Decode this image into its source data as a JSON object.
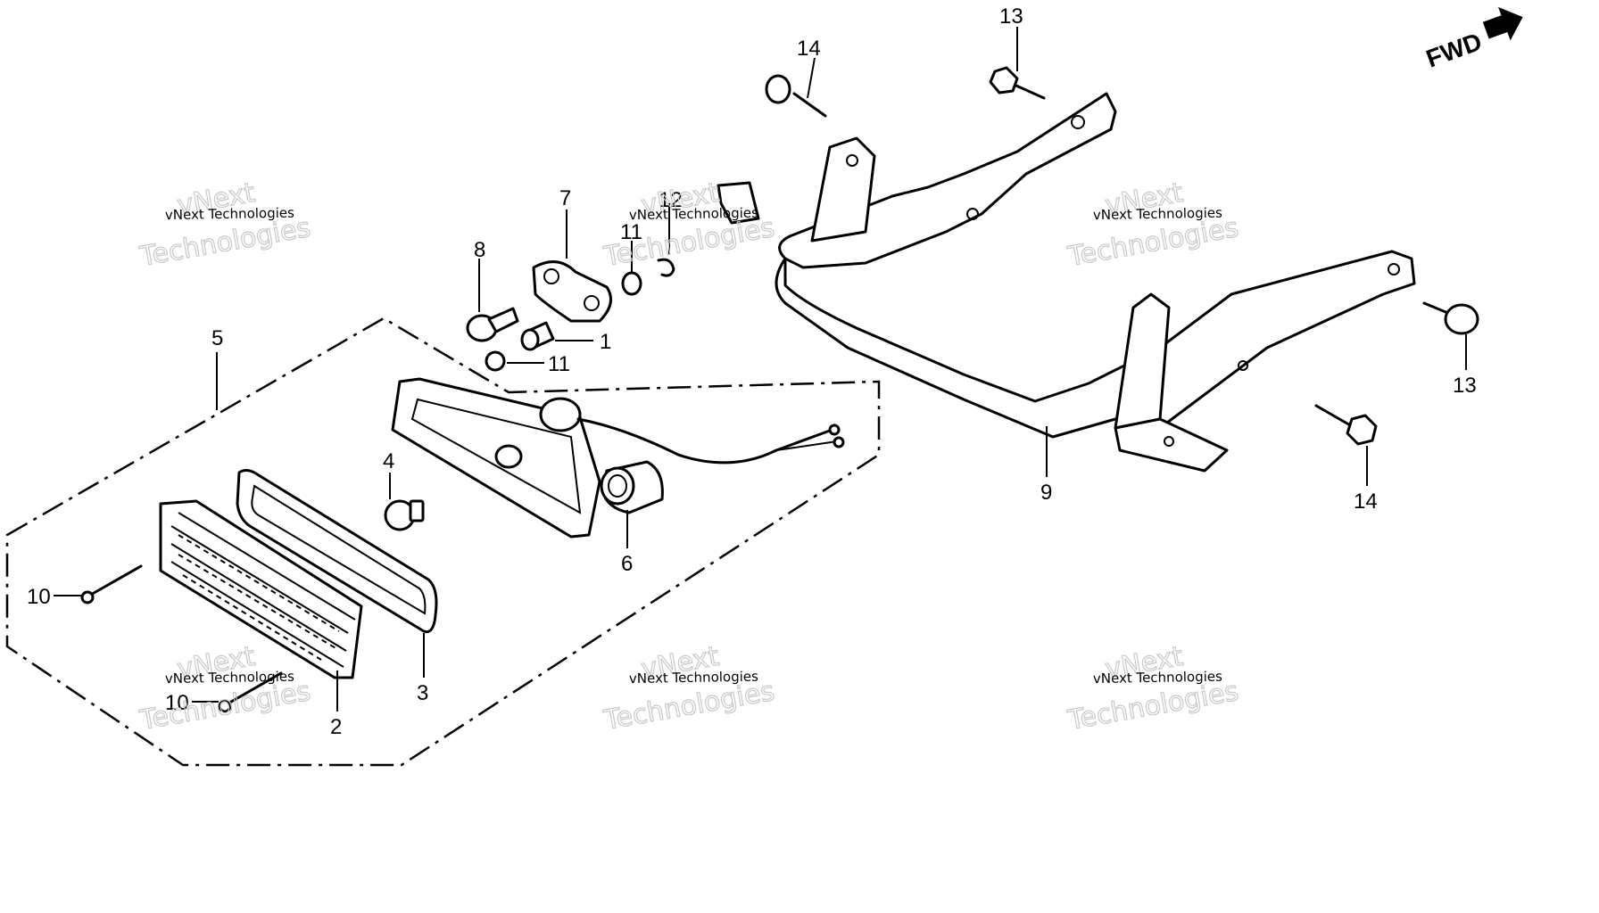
{
  "direction_label": "FWD",
  "callouts": {
    "c1": "1",
    "c2": "2",
    "c3": "3",
    "c4": "4",
    "c5": "5",
    "c6": "6",
    "c7": "7",
    "c8": "8",
    "c9": "9",
    "c10a": "10",
    "c10b": "10",
    "c11a": "11",
    "c11b": "11",
    "c12": "12",
    "c13a": "13",
    "c13b": "13",
    "c14a": "14",
    "c14b": "14"
  },
  "watermark": {
    "line_small": "vNext Technologies",
    "line_large_1": "vNext",
    "line_large_2": "Technologies"
  }
}
